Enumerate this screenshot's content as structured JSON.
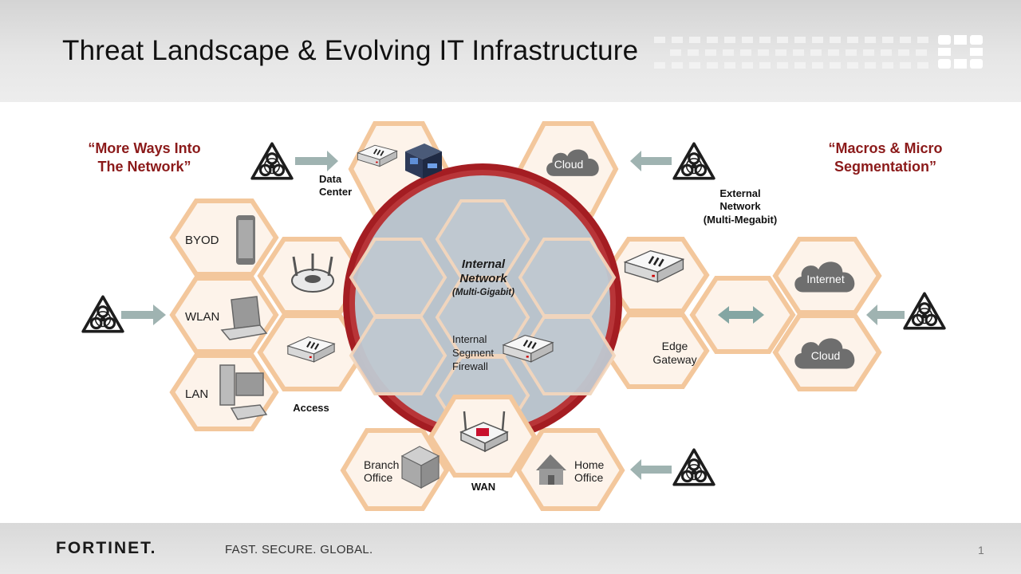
{
  "slide": {
    "title": "Threat Landscape & Evolving IT Infrastructure",
    "footer": {
      "brand": "FORTINET.",
      "tagline": "FAST. SECURE. GLOBAL.",
      "page_number": "1"
    }
  },
  "quotes": {
    "left": [
      "“More Ways Into",
      "The Network”"
    ],
    "right": [
      "“Macros & Micro",
      "Segmentation”"
    ]
  },
  "center": {
    "title": [
      "Internal",
      "Network"
    ],
    "subtitle": "(Multi-Gigabit)",
    "segment": [
      "Internal",
      "Segment",
      "Firewall"
    ]
  },
  "labels": {
    "data_center": [
      "Data",
      "Center"
    ],
    "cloud_top": "Cloud",
    "external_network": [
      "External",
      "Network",
      "(Multi-Megabit)"
    ],
    "byod": "BYOD",
    "wlan": "WLAN",
    "lan": "LAN",
    "access": "Access",
    "edge_gateway": [
      "Edge",
      "Gateway"
    ],
    "internet": "Internet",
    "cloud_right": "Cloud",
    "branch_office": [
      "Branch",
      "Office"
    ],
    "home_office": [
      "Home",
      "Office"
    ],
    "wan": "WAN"
  },
  "colors": {
    "hex_stroke": "#f3c79c",
    "hex_fill": "#fdf3ea",
    "ring": "#9c1b1f",
    "inner": "#b9c3cc",
    "quote": "#8b1a1a",
    "cloud": "#6b6b6b",
    "arrow": "#9fb3b1"
  },
  "icons": [
    "biohazard-icon",
    "arrow-icon",
    "cloud-icon",
    "firewall-icon",
    "phone-icon",
    "laptop-icon",
    "desktop-icon",
    "wifi-router-icon",
    "house-icon",
    "building-icon",
    "server-icon",
    "double-arrow-icon"
  ]
}
